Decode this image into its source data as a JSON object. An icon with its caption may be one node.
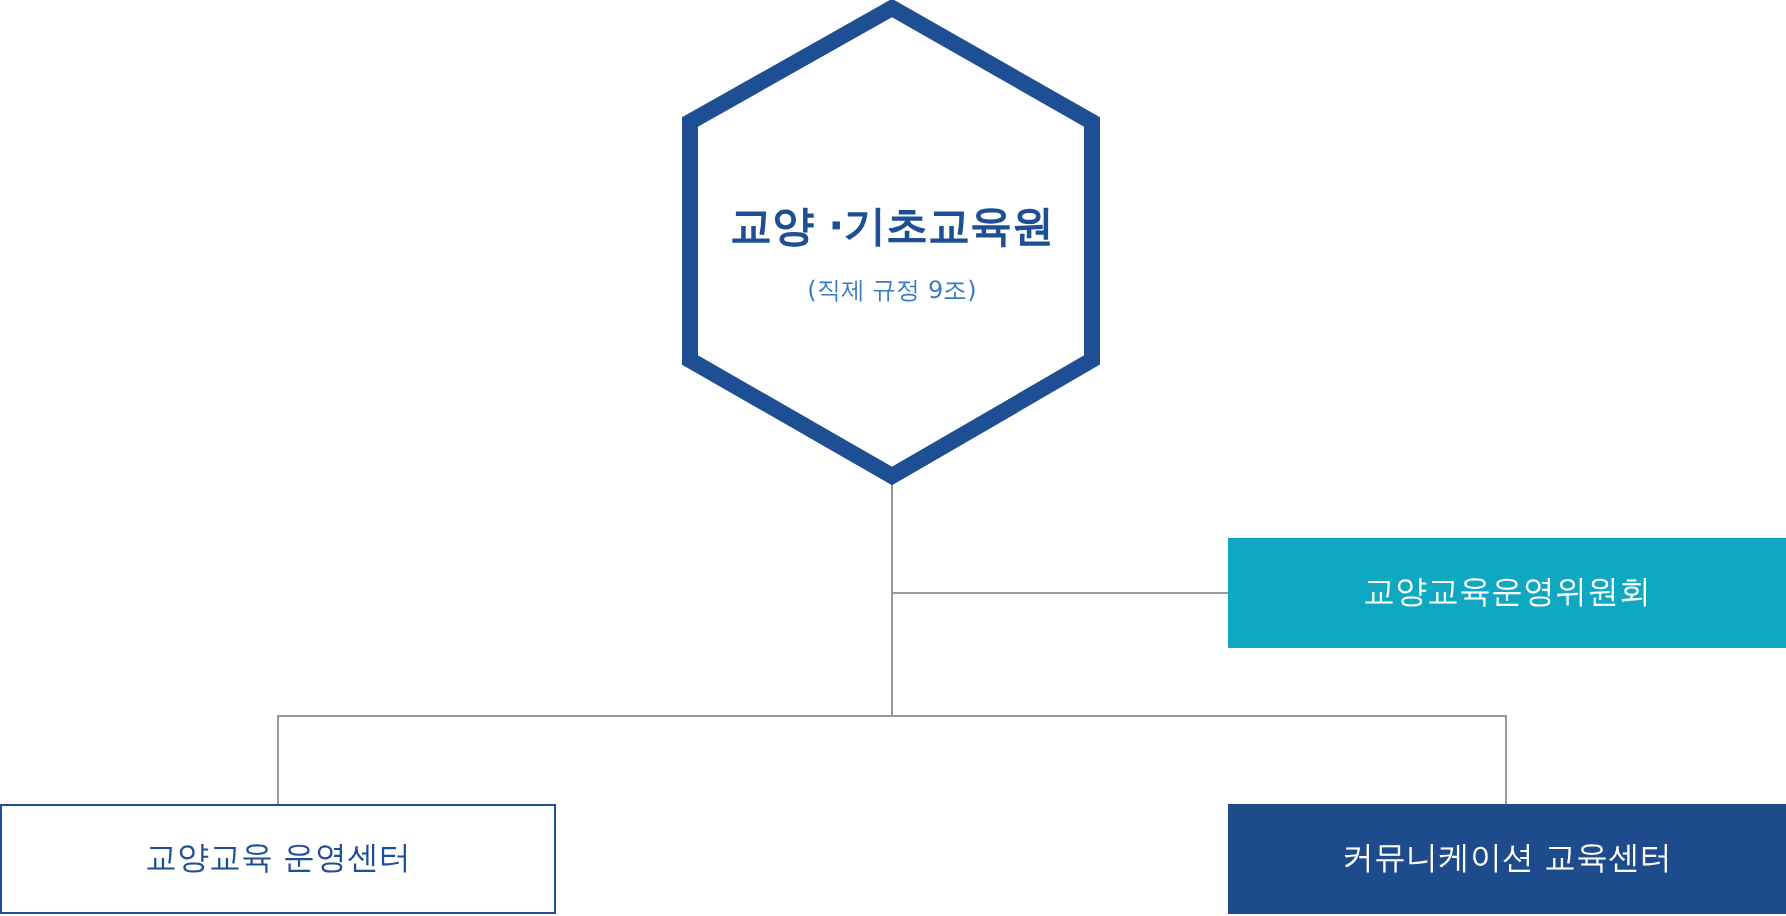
{
  "diagram": {
    "nodes": [
      {
        "text": [
          "교양 ·기초교육원",
          "(직제 규정 9조)"
        ]
      },
      {
        "text": [
          "교양교육운영위원회"
        ]
      },
      {
        "text": [
          "교양교육 운영센터"
        ]
      },
      {
        "text": [
          "커뮤니케이션 교육센터"
        ]
      }
    ],
    "edges": [
      {
        "from": 0,
        "to": 1,
        "arrow": "none"
      },
      {
        "from": 0,
        "to": 2,
        "arrow": "none"
      },
      {
        "from": 0,
        "to": 3,
        "arrow": "none"
      }
    ]
  }
}
